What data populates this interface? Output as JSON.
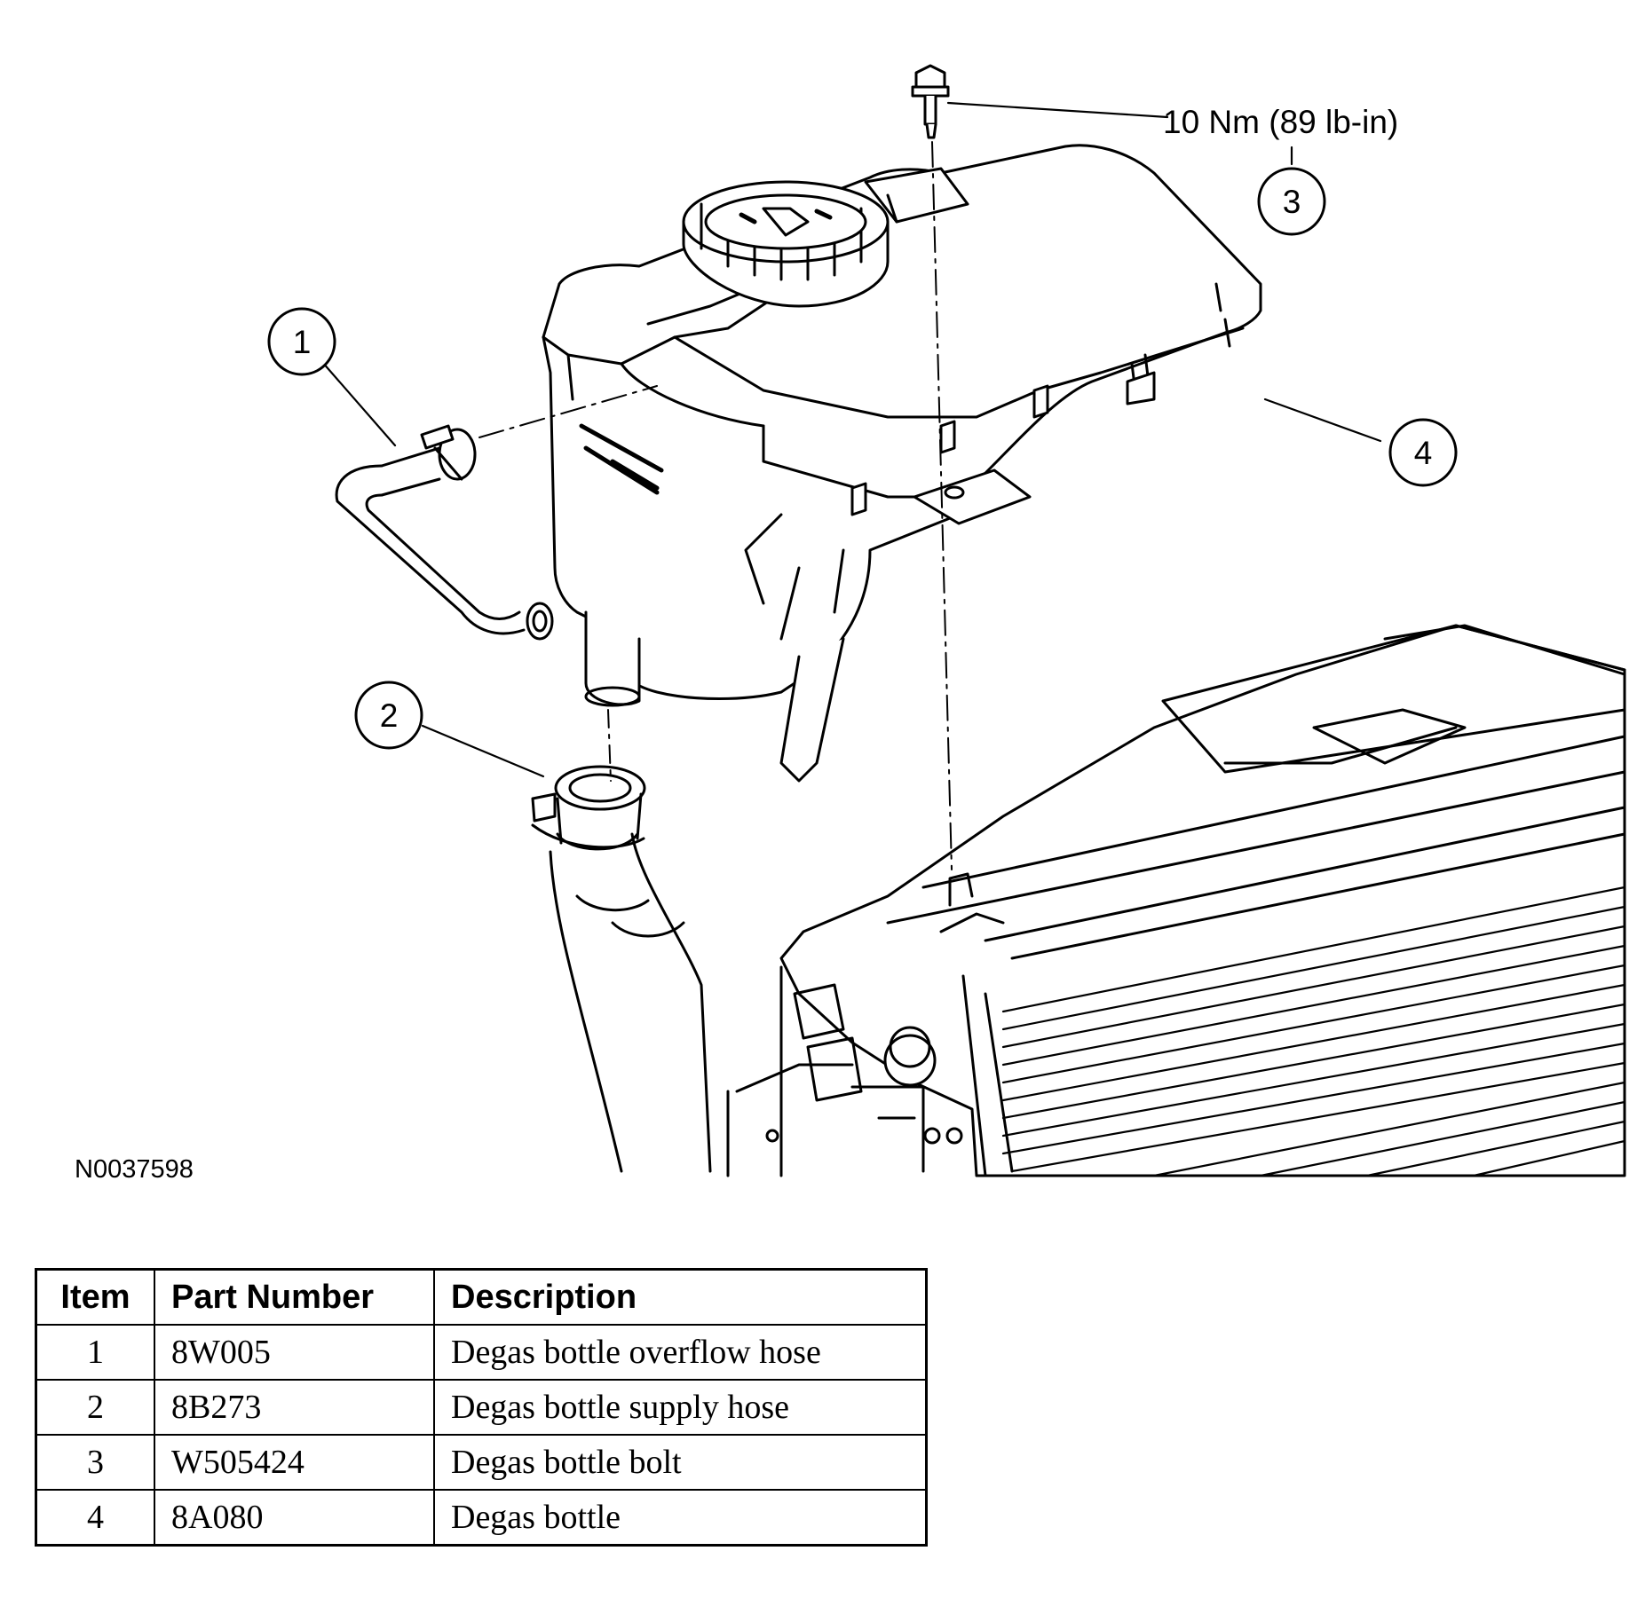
{
  "callouts": [
    {
      "number": "1"
    },
    {
      "number": "2"
    },
    {
      "number": "3"
    },
    {
      "number": "4"
    }
  ],
  "torque_spec": "10 Nm (89 lb-in)",
  "figure_id": "N0037598",
  "legend": {
    "headers": {
      "item": "Item",
      "part_number": "Part Number",
      "description": "Description"
    },
    "rows": [
      {
        "item": "1",
        "part_number": "8W005",
        "description": "Degas bottle overflow hose"
      },
      {
        "item": "2",
        "part_number": "8B273",
        "description": "Degas bottle supply hose"
      },
      {
        "item": "3",
        "part_number": "W505424",
        "description": "Degas bottle bolt"
      },
      {
        "item": "4",
        "part_number": "8A080",
        "description": "Degas bottle"
      }
    ]
  }
}
